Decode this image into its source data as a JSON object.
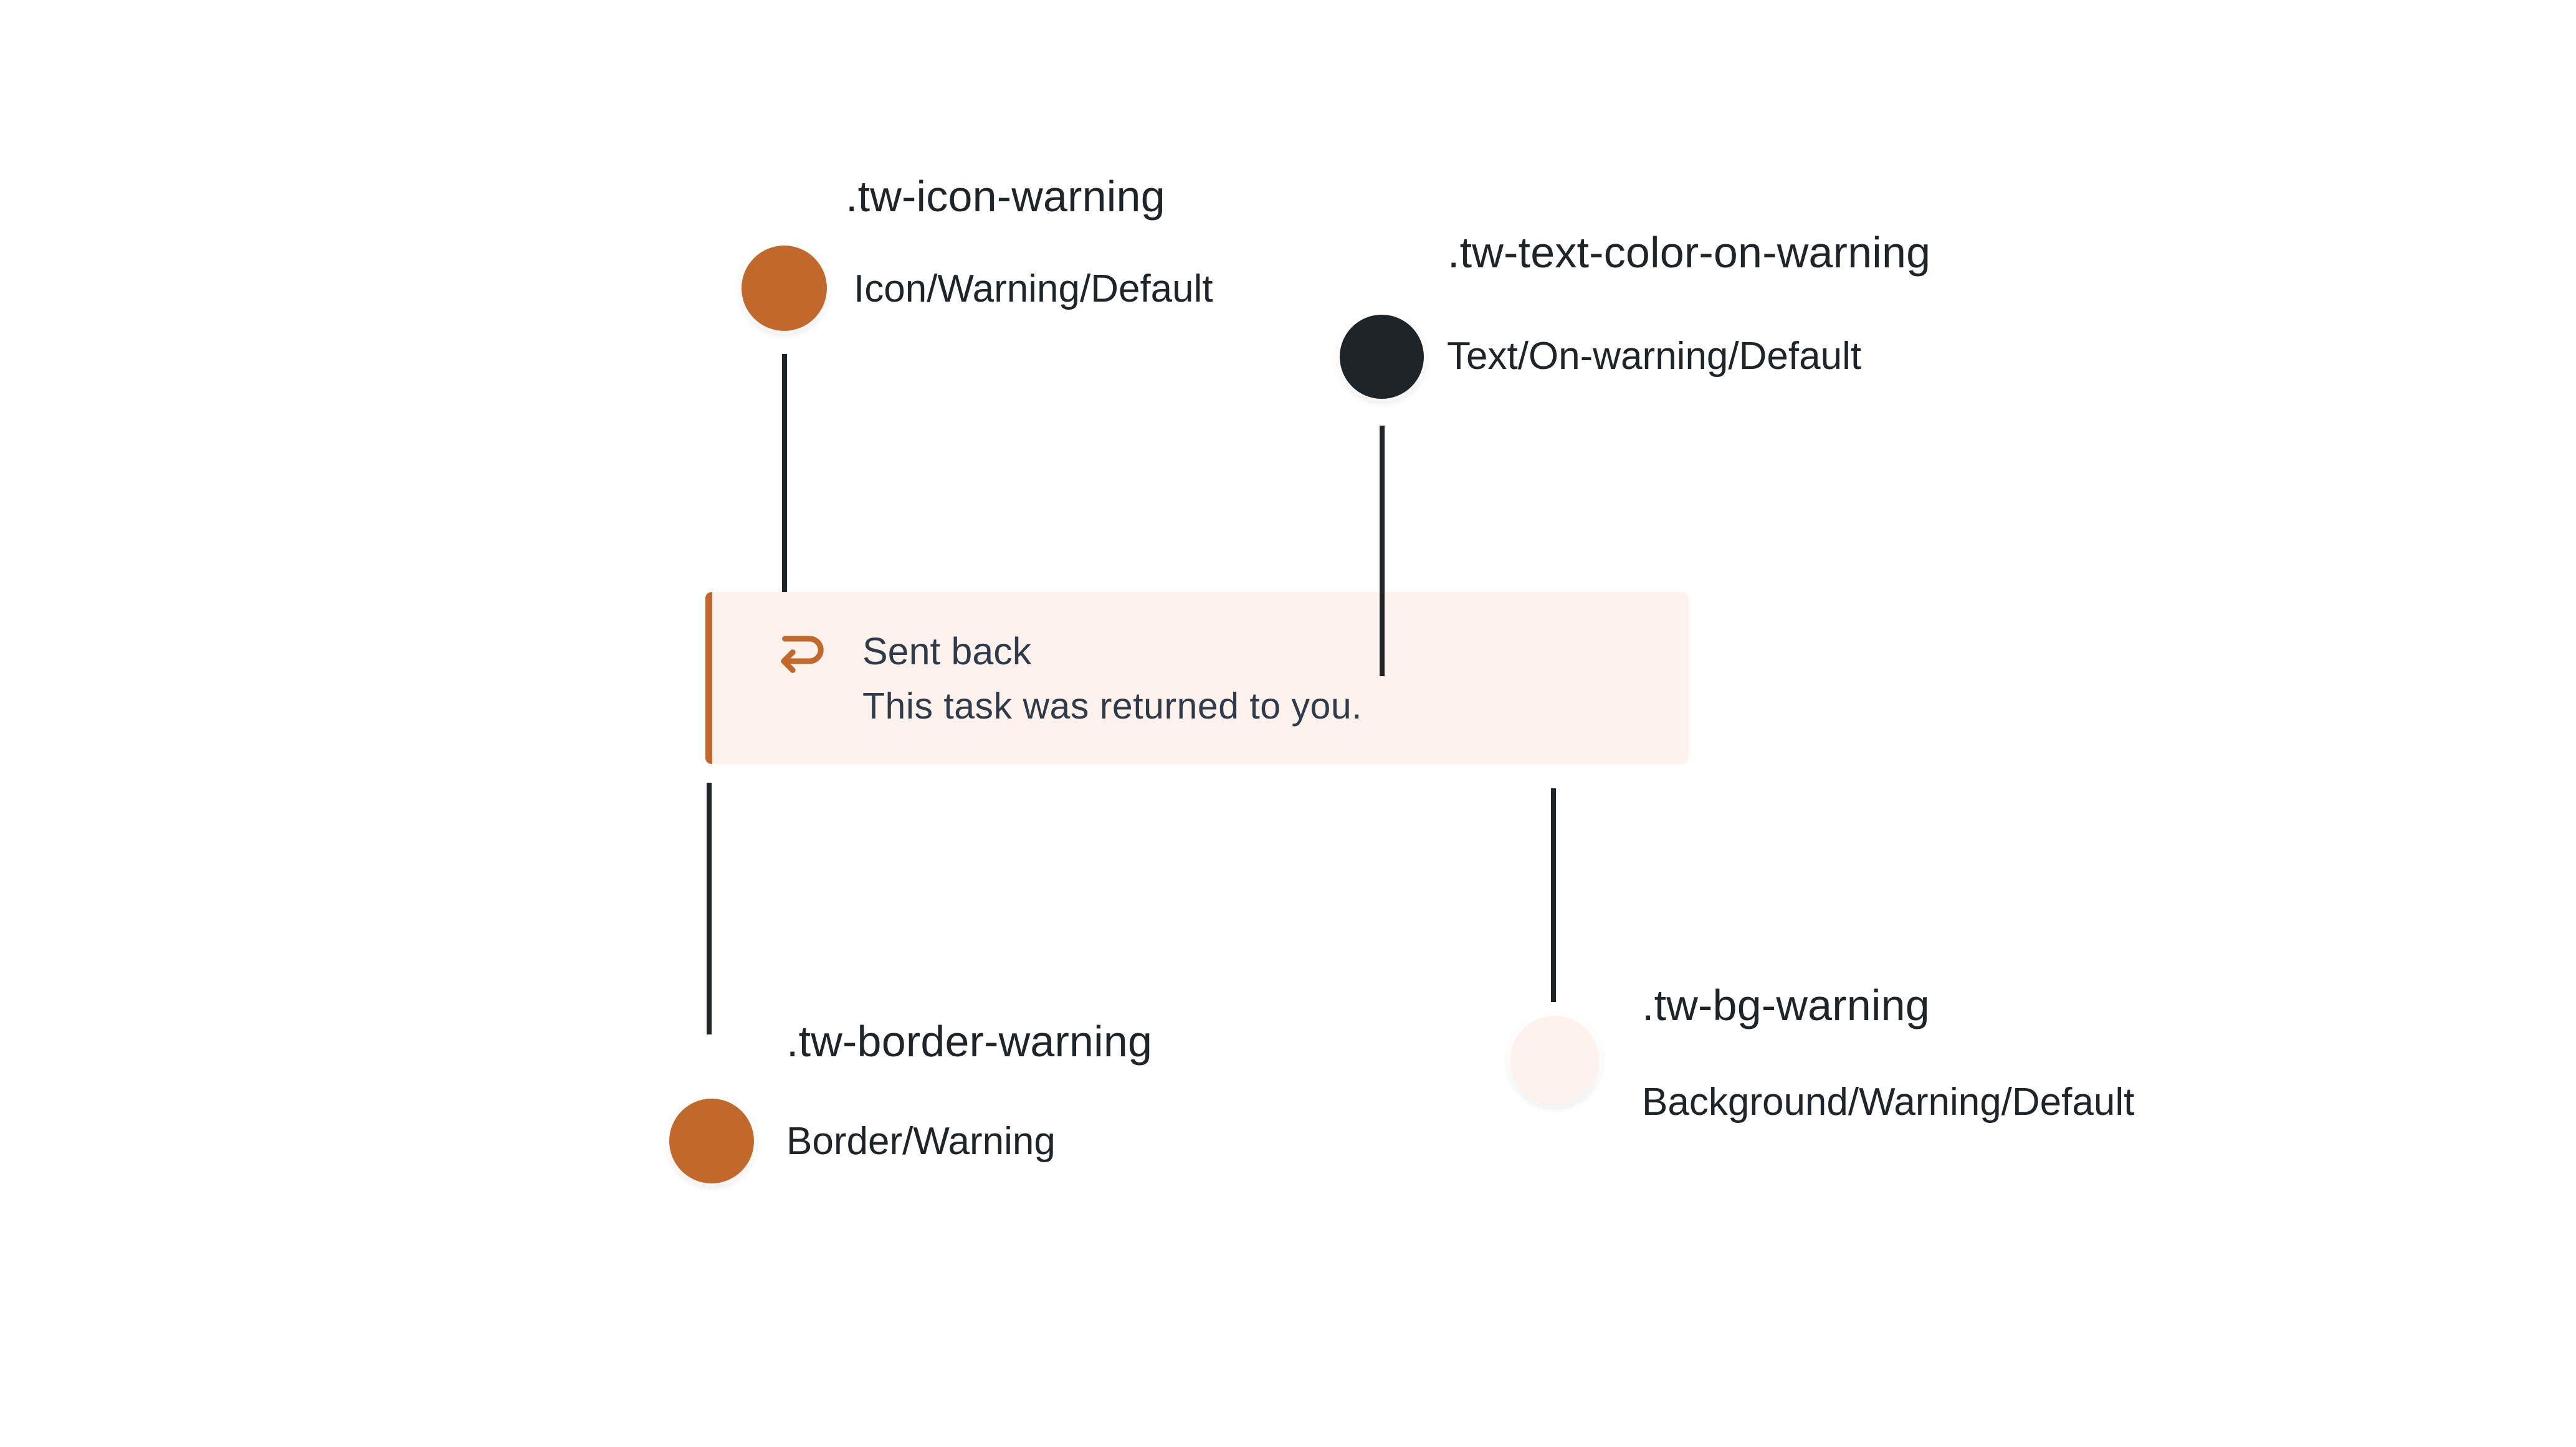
{
  "colors": {
    "warning_accent": "#C0692A",
    "text_on_warning": "#1E2427",
    "warning_background": "#FDF3EC",
    "banner_text": "#2F3A4B",
    "connector": "#1E2427"
  },
  "banner": {
    "icon": "return-arrow-icon",
    "title": "Sent back",
    "message": "This task was returned to you."
  },
  "tokens": [
    {
      "class_name": ".tw-icon-warning",
      "token_label": "Icon/Warning/Default",
      "swatch_color": "#C0692A",
      "target": "banner-icon"
    },
    {
      "class_name": ".tw-text-color-on-warning",
      "token_label": "Text/On-warning/Default",
      "swatch_color": "#1E2427",
      "target": "banner-text"
    },
    {
      "class_name": ".tw-border-warning",
      "token_label": "Border/Warning",
      "swatch_color": "#C0692A",
      "target": "banner-left-border"
    },
    {
      "class_name": ".tw-bg-warning",
      "token_label": "Background/Warning/Default",
      "swatch_color": "#FDF3EC",
      "target": "banner-background"
    }
  ]
}
